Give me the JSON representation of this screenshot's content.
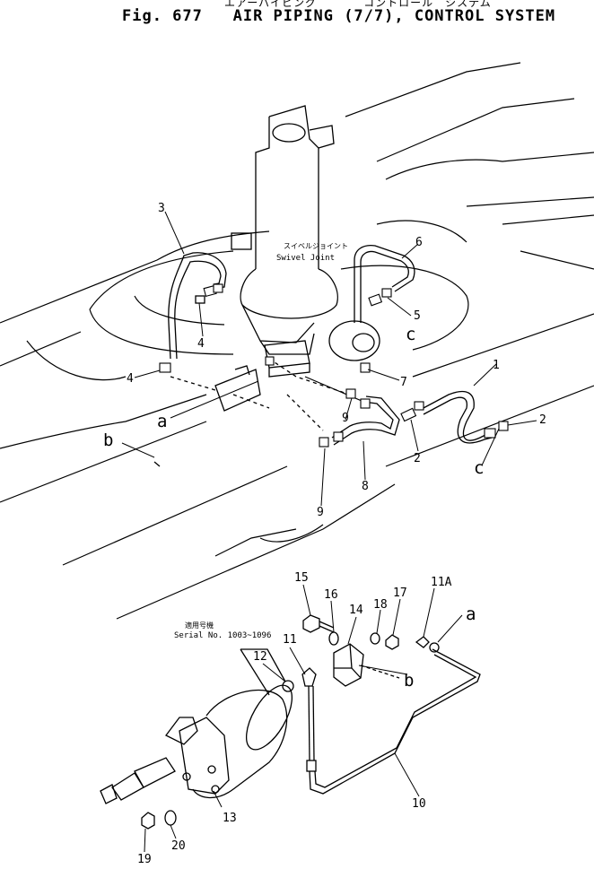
{
  "header": {
    "jp_title": "エアーパイピング　　　　コントロール　システム",
    "fig_number": "Fig. 677",
    "title": "AIR PIPING (7/7), CONTROL SYSTEM"
  },
  "swivel_joint": {
    "jp": "スイベルジョイント",
    "en": "Swivel  Joint"
  },
  "serial_note": {
    "jp": "適用号機",
    "en": "Serial No. 1003~1096"
  },
  "callouts": [
    {
      "text": "1"
    },
    {
      "text": "2"
    },
    {
      "text": "2"
    },
    {
      "text": "3"
    },
    {
      "text": "4"
    },
    {
      "text": "4"
    },
    {
      "text": "5"
    },
    {
      "text": "6"
    },
    {
      "text": "7"
    },
    {
      "text": "8"
    },
    {
      "text": "9"
    },
    {
      "text": "9"
    },
    {
      "text": "10"
    },
    {
      "text": "11"
    },
    {
      "text": "11A"
    },
    {
      "text": "12"
    },
    {
      "text": "13"
    },
    {
      "text": "14"
    },
    {
      "text": "15"
    },
    {
      "text": "16"
    },
    {
      "text": "17"
    },
    {
      "text": "18"
    },
    {
      "text": "19"
    },
    {
      "text": "20"
    }
  ],
  "ref_letters": [
    {
      "text": "a"
    },
    {
      "text": "a"
    },
    {
      "text": "b"
    },
    {
      "text": "b"
    },
    {
      "text": "c"
    },
    {
      "text": "c"
    }
  ]
}
